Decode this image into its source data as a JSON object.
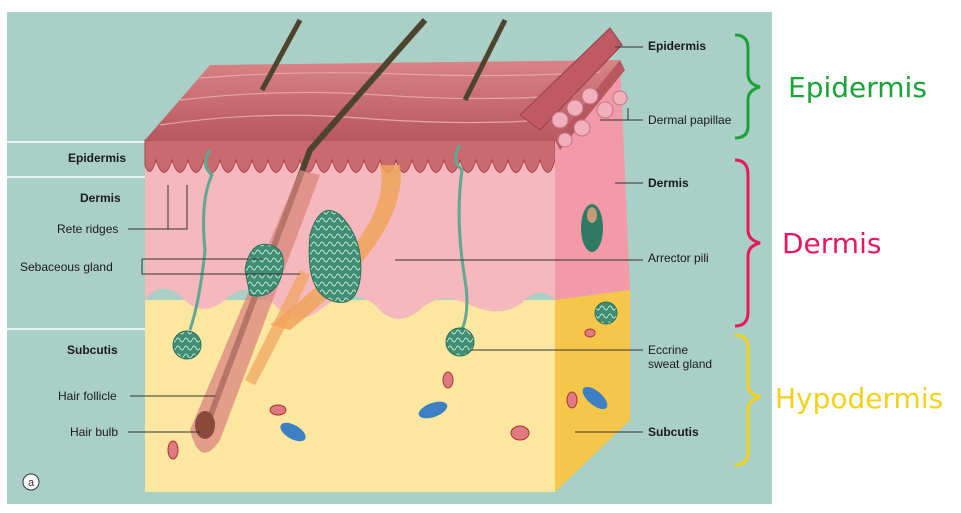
{
  "figure": {
    "panel_letter": "a",
    "left_labels": {
      "epidermis": "Epidermis",
      "dermis": "Dermis",
      "rete_ridges": "Rete ridges",
      "sebaceous_gland": "Sebaceous gland",
      "subcutis": "Subcutis",
      "hair_follicle": "Hair follicle",
      "hair_bulb": "Hair bulb"
    },
    "right_labels": {
      "epidermis": "Epidermis",
      "dermal_papillae": "Dermal papillae",
      "dermis": "Dermis",
      "arrector_pili": "Arrector pili",
      "eccrine_line1": "Eccrine",
      "eccrine_line2": "sweat gland",
      "subcutis": "Subcutis"
    }
  },
  "annotations": [
    {
      "label": "Epidermis",
      "color": "#1aa33a"
    },
    {
      "label": "Dermis",
      "color": "#e8185c"
    },
    {
      "label": "Hypodermis",
      "color": "#f2d21b"
    }
  ],
  "colors": {
    "panel_bg": "#a9cfc6",
    "epidermis": "#c96a6e",
    "dermis": "#f5b8bd",
    "subcutis": "#fbe7a0",
    "gland": "#3e8f74"
  }
}
